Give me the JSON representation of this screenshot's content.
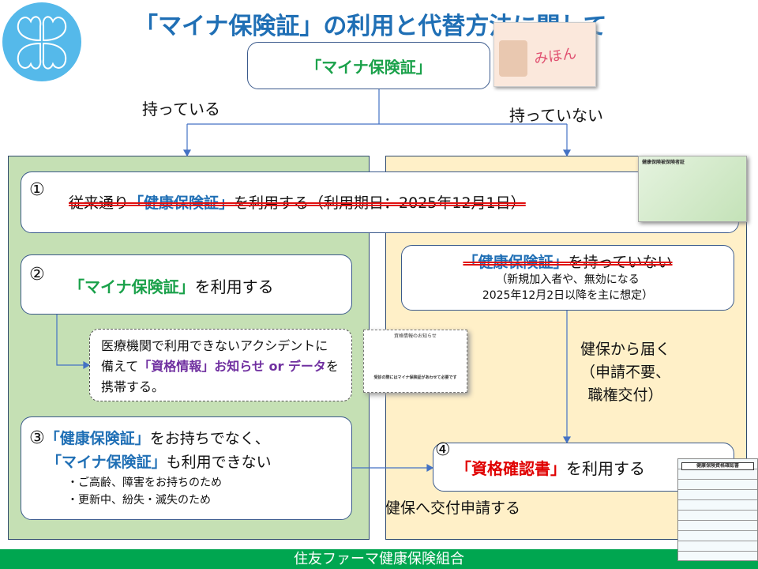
{
  "title": "「マイナ保険証」の利用と代替方法に関して",
  "top_box": "「マイナ保険証」",
  "have": "持っている",
  "not_have": "持っていない",
  "box1": {
    "num": "①",
    "pre": "従来通り",
    "card": "「健康保険証」",
    "post": "を利用する（利用期日：2025年12月1日）"
  },
  "box2": {
    "num": "②",
    "card": "「マイナ保険証」",
    "post": "を利用する"
  },
  "note": {
    "t1": "医療機関で利用できないアクシデントに備えて",
    "t2": "「資格情報」お知らせ or データ",
    "t3": "を携帯する。"
  },
  "box3": {
    "num": "③",
    "card1": "「健康保険証」",
    "t1": "をお持ちでなく、",
    "card2": "「マイナ保険証」",
    "t2": "も利用できない",
    "b1": "・ご高齢、障害をお持ちのため",
    "b2": "・更新中、紛失・滅失のため"
  },
  "right_box": {
    "card": "「健康保険証」",
    "t1": "を持っていない",
    "t2": "（新規加入者や、無効になる",
    "t3": "2025年12月2日以降を主に想定）"
  },
  "deliver": {
    "l1": "健保から届く",
    "l2": "（申請不要、",
    "l3": "職権交付）"
  },
  "box4": {
    "num": "④",
    "card": "「資格確認書」",
    "post": "を利用する"
  },
  "apply": "健保へ交付申請する",
  "images": {
    "myna_stamp": "みほん",
    "notice_title": "資格情報のお知らせ",
    "notice_foot": "受診の際にはマイナ保険証があわせて必要です",
    "hc_title": "健康保険被保険者証",
    "cert_title": "健康保険資格確認書"
  },
  "footer": "住友ファーマ健康保険組合"
}
